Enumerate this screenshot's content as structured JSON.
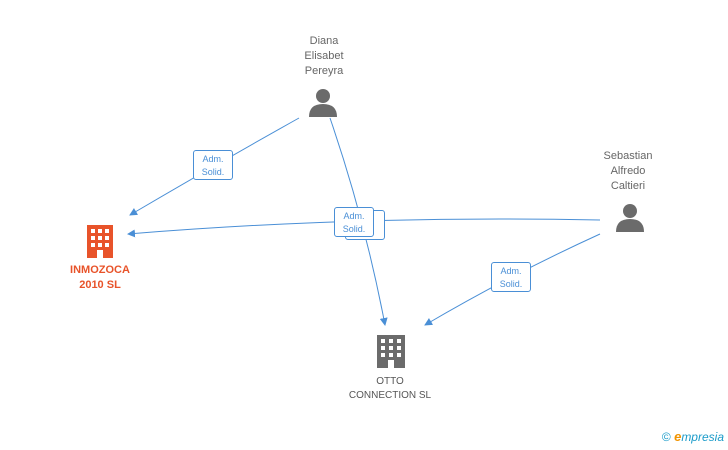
{
  "persons": [
    {
      "id": "diana",
      "lines": [
        "Diana",
        "Elisabet",
        "Pereyra"
      ]
    },
    {
      "id": "sebastian",
      "lines": [
        "Sebastian",
        "Alfredo",
        "Caltieri"
      ]
    }
  ],
  "companies": [
    {
      "id": "inmozoca",
      "lines": [
        "INMOZOCA",
        "2010 SL"
      ],
      "color": "#e8532a"
    },
    {
      "id": "otto",
      "lines": [
        "OTTO",
        "CONNECTION SL"
      ],
      "color": "#6b6b6b"
    }
  ],
  "edge_label": {
    "line1": "Adm.",
    "line2": "Solid."
  },
  "colors": {
    "edge": "#4a8fd6",
    "person_icon": "#6b6b6b"
  },
  "footer": {
    "copyright": "©",
    "brand_initial": "e",
    "brand_rest": "mpresia"
  }
}
